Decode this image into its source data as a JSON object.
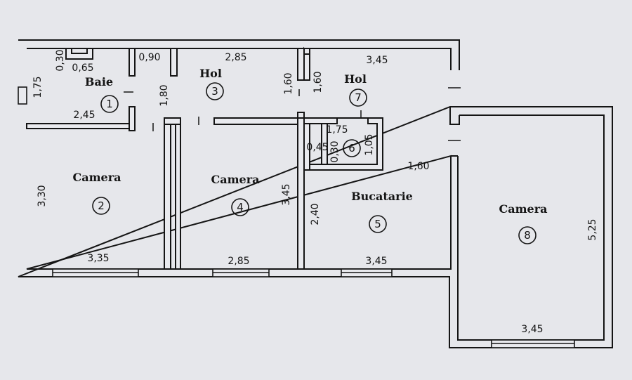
{
  "plan": {
    "rooms": [
      {
        "id": "baie",
        "name": "Baie",
        "number": "1"
      },
      {
        "id": "camera-2",
        "name": "Camera",
        "number": "2"
      },
      {
        "id": "hol-3",
        "name": "Hol",
        "number": "3"
      },
      {
        "id": "camera-4",
        "name": "Camera",
        "number": "4"
      },
      {
        "id": "bucatarie",
        "name": "Bucatarie",
        "number": "5"
      },
      {
        "id": "room-6",
        "name": "",
        "number": "6"
      },
      {
        "id": "hol-7",
        "name": "Hol",
        "number": "7"
      },
      {
        "id": "camera-8",
        "name": "Camera",
        "number": "8"
      }
    ],
    "dimensions": {
      "baie_width": "2,45",
      "baie_height": "1,75",
      "baie_notch_a": "0,30",
      "baie_notch_b": "0,65",
      "door_090": "0,90",
      "hol3_height": "1,80",
      "hol3_width": "2,85",
      "hol3_right": "1,60",
      "hol7_left": "1,60",
      "hol7_width": "3,45",
      "closet_width": "1,75",
      "closet_left": "0,45",
      "closet_inner": "0,30",
      "closet_height": "1,05",
      "hol7_passage": "1,60",
      "camera2_height": "3,30",
      "camera2_width": "3,35",
      "camera4_width": "2,85",
      "camera4_height": "3,45",
      "bucatarie_height": "2,40",
      "bucatarie_width": "3,45",
      "camera8_width": "3,45",
      "camera8_height": "5,25"
    }
  }
}
